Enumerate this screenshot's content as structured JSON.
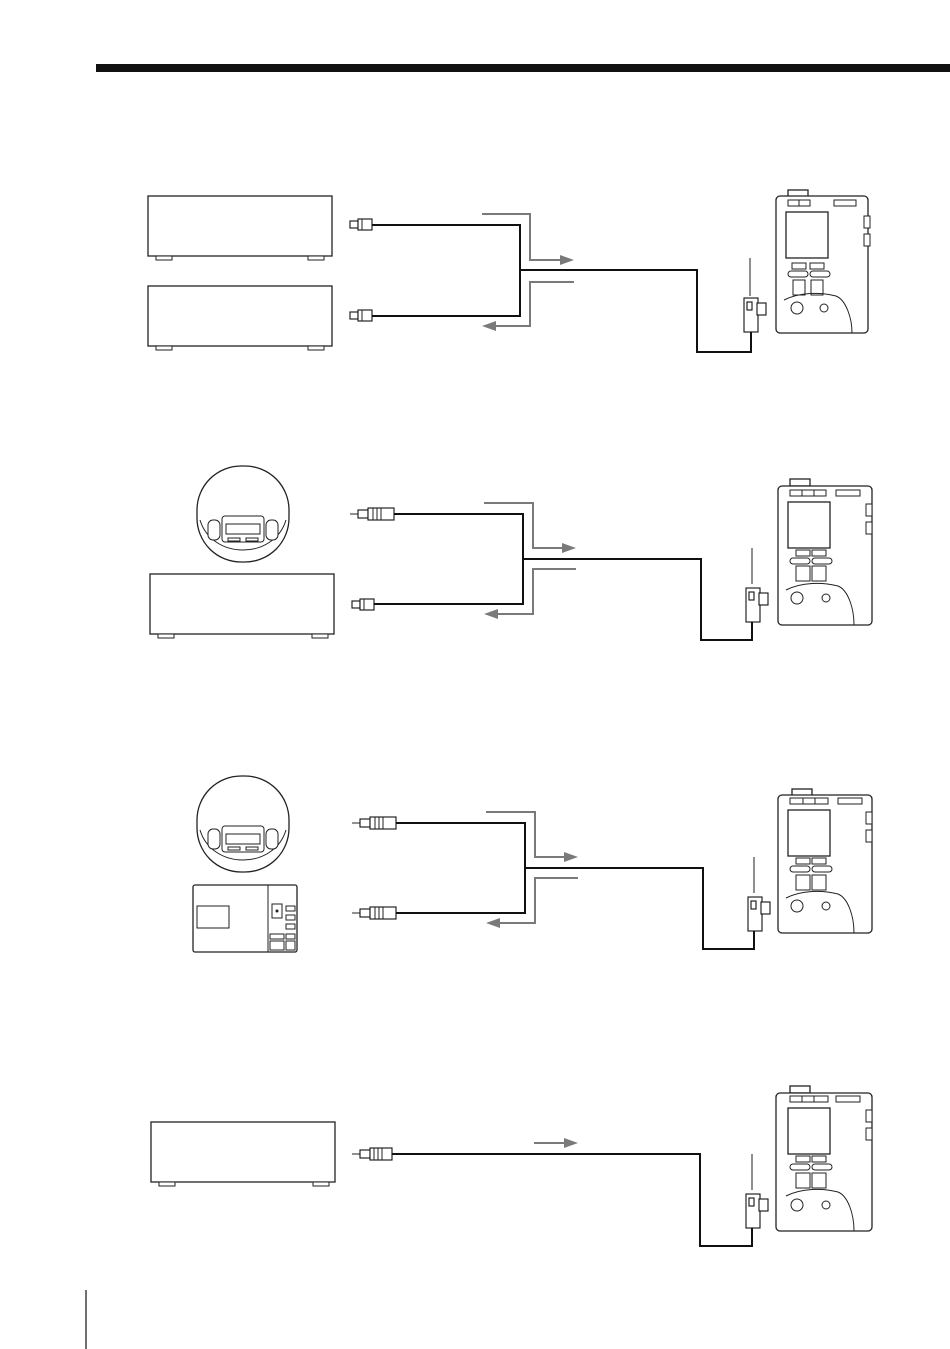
{
  "document": {
    "header_bar": "",
    "page_marker": ""
  },
  "panels": [
    {
      "id": "panel-1",
      "source_top": "component-box",
      "source_bottom": "component-box",
      "plug_top": "optical-plug",
      "plug_bottom": "optical-plug",
      "recorder": "portable-recorder"
    },
    {
      "id": "panel-2",
      "source_top": "portable-cd-player",
      "source_bottom": "component-box",
      "plug_top": "mini-plug",
      "plug_bottom": "optical-plug",
      "recorder": "portable-recorder"
    },
    {
      "id": "panel-3",
      "source_top": "portable-cd-player",
      "source_bottom": "portable-md-player",
      "plug_top": "mini-plug",
      "plug_bottom": "mini-plug",
      "recorder": "portable-recorder"
    },
    {
      "id": "panel-4",
      "source_top": "component-box",
      "plug_top": "mini-plug",
      "recorder": "portable-recorder"
    }
  ],
  "colors": {
    "ink": "#111111",
    "arrow": "#7a7a7a",
    "paper": "#ffffff"
  }
}
